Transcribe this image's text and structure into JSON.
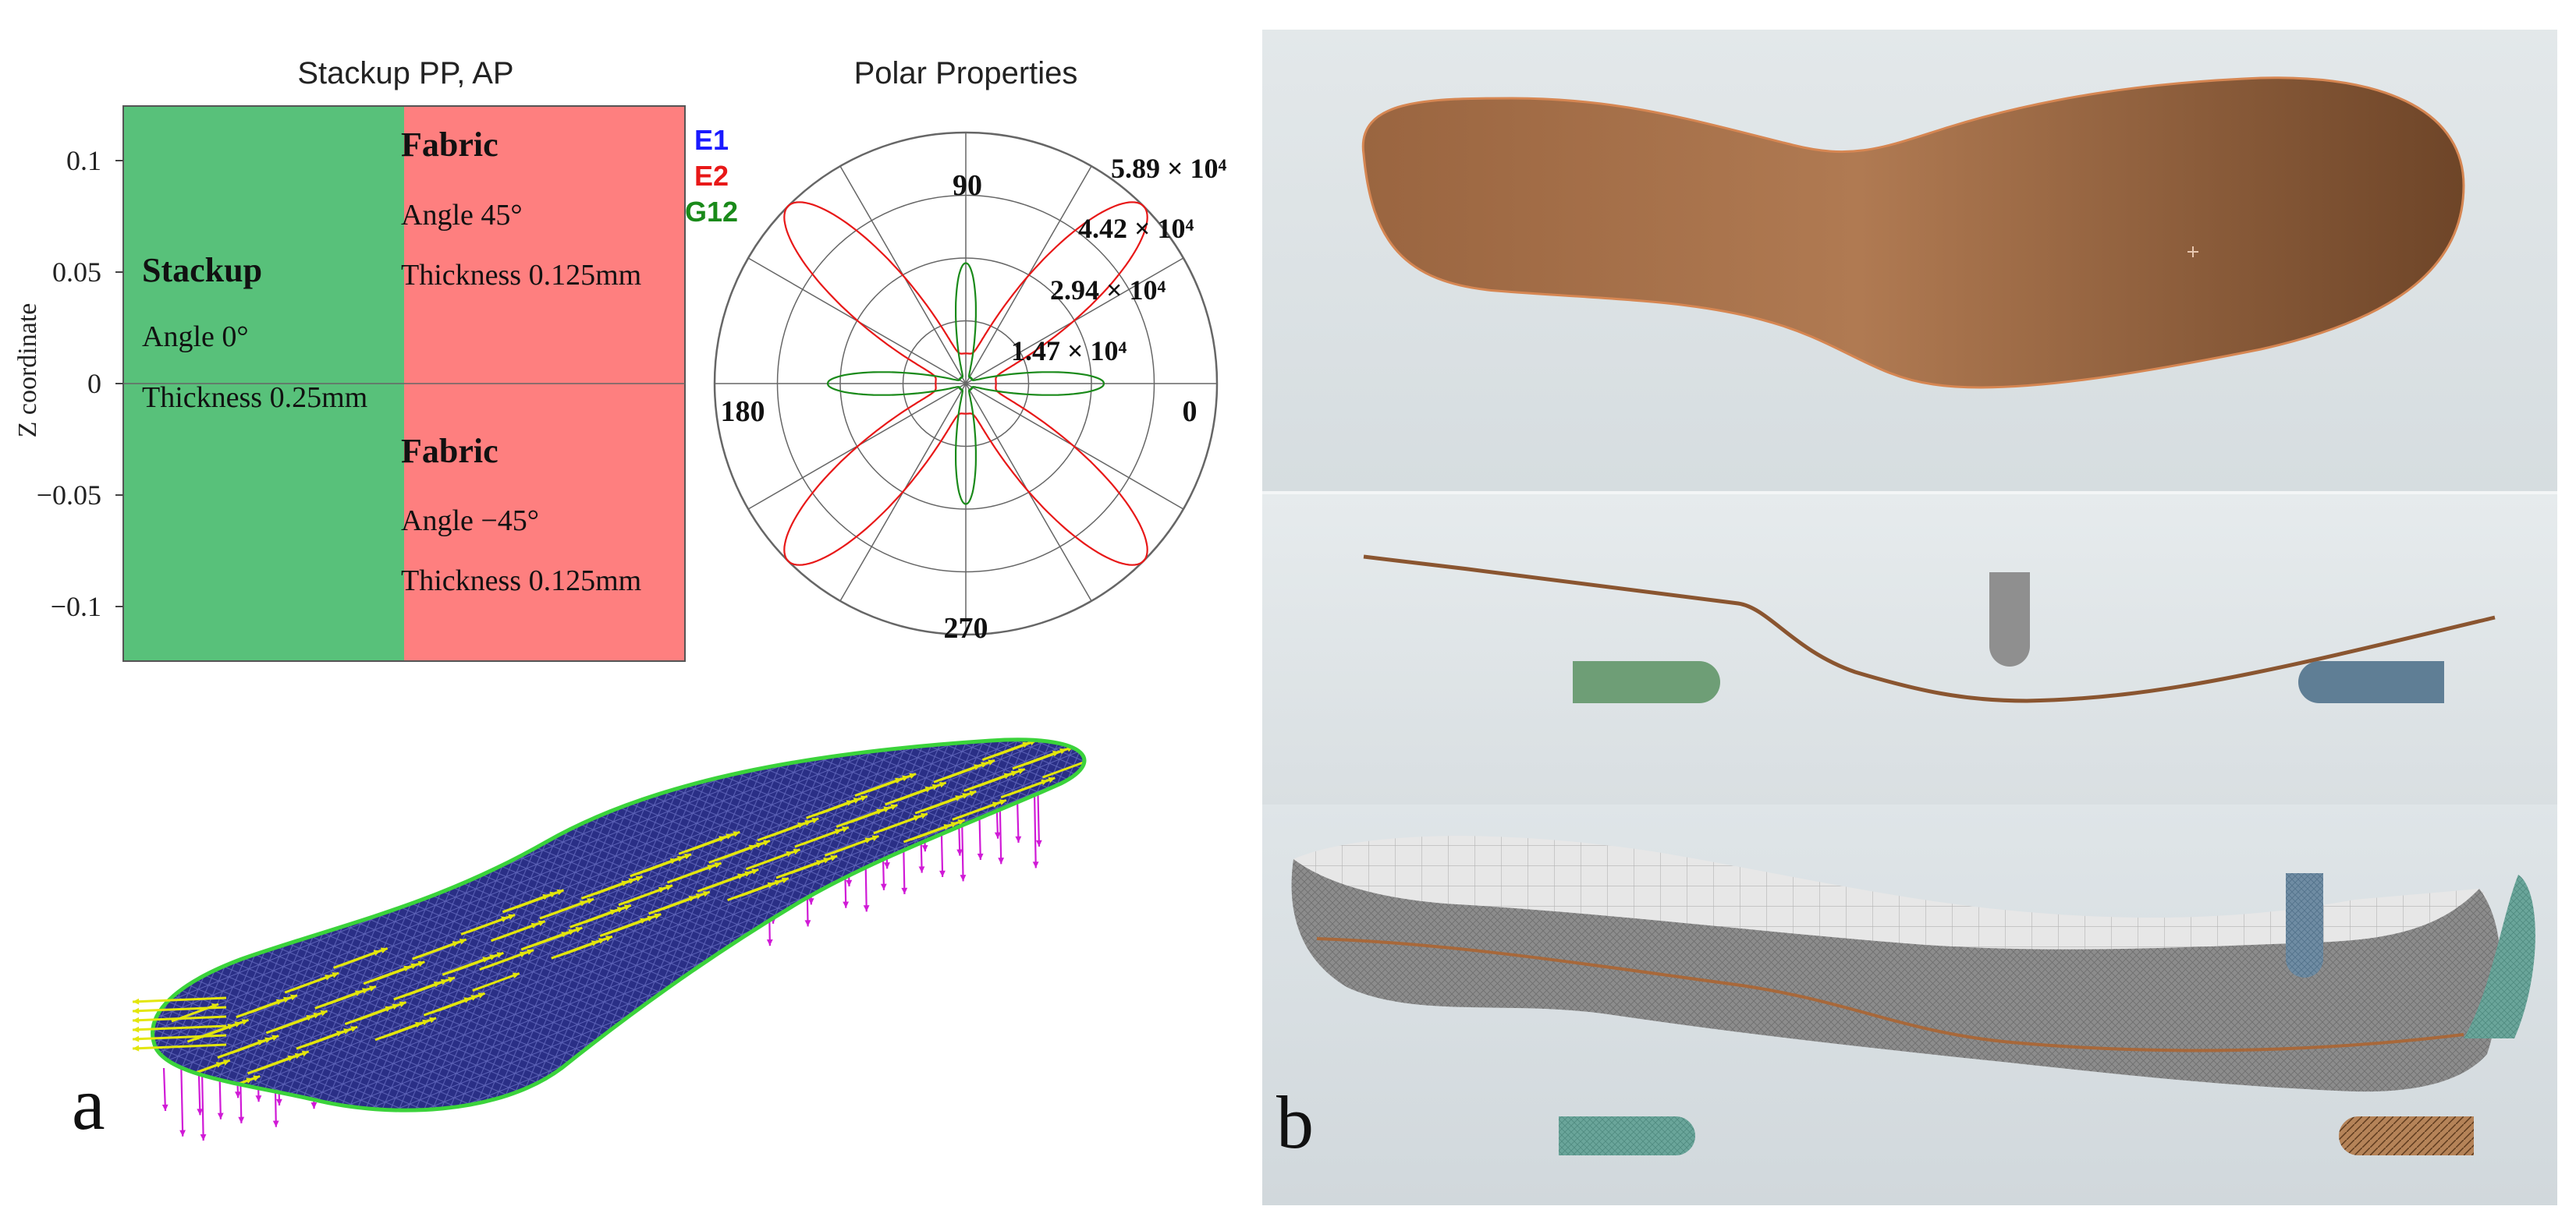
{
  "panel_labels": {
    "a": "a",
    "b": "b"
  },
  "stackup": {
    "title": "Stackup PP, AP",
    "y_axis_label": "Z coordinate",
    "y_ticks": [
      "0.1",
      "0.05",
      "0",
      "−0.05",
      "−0.1"
    ],
    "stack_layer": {
      "name": "Stackup",
      "angle": "Angle 0°",
      "thickness": "Thickness 0.25mm",
      "color": "#58c17a"
    },
    "fabric_top": {
      "name": "Fabric",
      "angle": "Angle 45°",
      "thickness": "Thickness 0.125mm",
      "color": "#fe7f7f"
    },
    "fabric_bottom": {
      "name": "Fabric",
      "angle": "Angle −45°",
      "thickness": "Thickness 0.125mm",
      "color": "#fe7f7f"
    }
  },
  "polar": {
    "title": "Polar Properties",
    "legend": [
      {
        "label": "E1",
        "color": "#1a1aff"
      },
      {
        "label": "E2",
        "color": "#e81818"
      },
      {
        "label": "G12",
        "color": "#1a8a1a"
      }
    ],
    "angle_labels": [
      "90",
      "180",
      "0",
      "270"
    ],
    "radial_labels": [
      "1.47 × 10⁴",
      "2.94 × 10⁴",
      "4.42 × 10⁴",
      "5.89 × 10⁴"
    ]
  },
  "colors": {
    "mesh_blue": "#2a2f86",
    "fiber_yellow": "#e3e60c",
    "load_magenta": "#d01ad6",
    "outline_green": "#3bd33b",
    "insole_brown": "#a86e46",
    "support_green": "#6e9e76",
    "support_blue": "#5f7e95",
    "punch_gray": "#8f8f8f",
    "panel_bg": "#dde3e6"
  }
}
